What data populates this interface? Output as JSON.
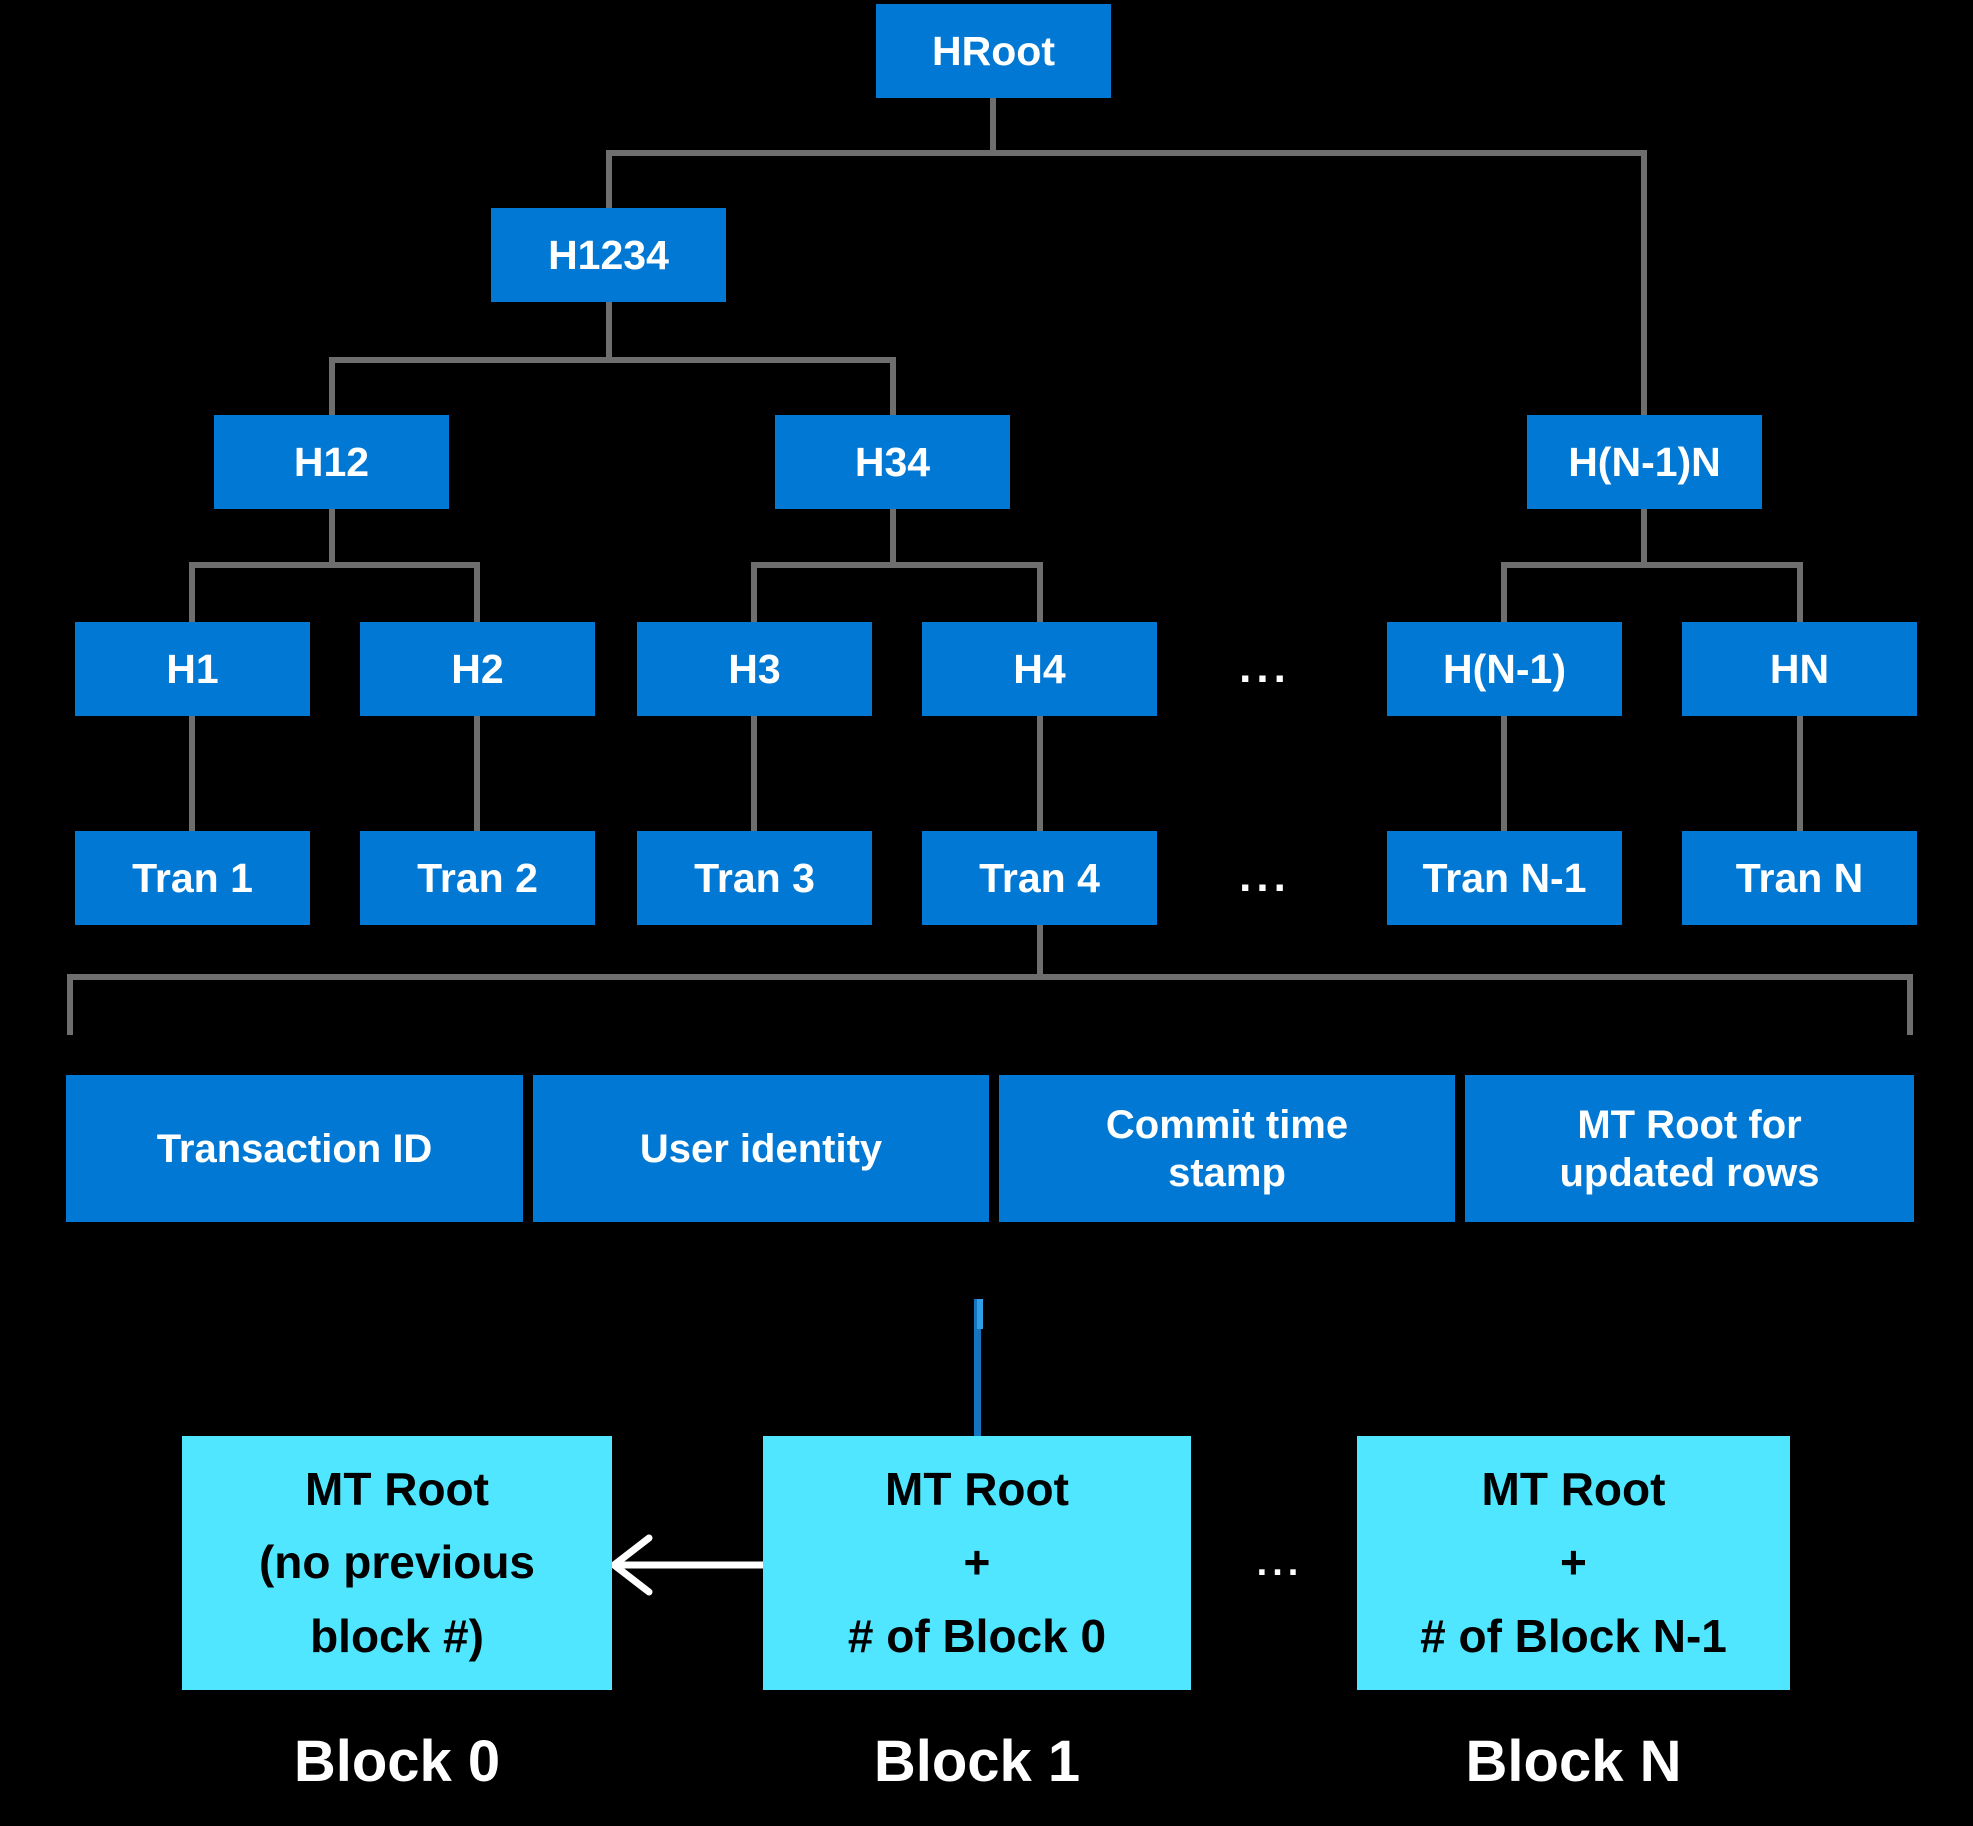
{
  "colors": {
    "bg": "#000000",
    "node-blue": "#0078D4",
    "cyan": "#50E6FF",
    "line-gray": "#6E6E6E",
    "text-white": "#FFFFFF",
    "text-black": "#000000",
    "link-blue": "#1574C0",
    "link-blue-light": "#2FA0E8",
    "arrow-white": "#FFFFFF"
  },
  "tree": {
    "root": "HRoot",
    "level1": [
      "H1234"
    ],
    "level2": [
      "H12",
      "H34",
      "H(N-1)N"
    ],
    "level3": [
      "H1",
      "H2",
      "H3",
      "H4",
      "H(N-1)",
      "HN"
    ],
    "level3_ellipsis": "...",
    "level4": [
      "Tran 1",
      "Tran 2",
      "Tran 3",
      "Tran 4",
      "Tran N-1",
      "Tran N"
    ],
    "level4_ellipsis": "..."
  },
  "transaction_bar": {
    "cells": [
      "Transaction ID",
      "User identity",
      "Commit time\nstamp",
      "MT Root for\nupdated rows"
    ]
  },
  "blocks": {
    "ellipsis": "...",
    "items": [
      {
        "content": "MT Root\n(no previous\nblock #)",
        "label": "Block 0"
      },
      {
        "content": "MT Root\n+\n# of Block 0",
        "label": "Block 1"
      },
      {
        "content": "MT Root\n+\n# of Block N-1",
        "label": "Block N"
      }
    ]
  }
}
